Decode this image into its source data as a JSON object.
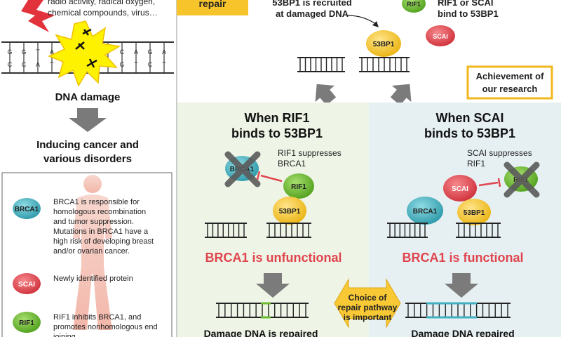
{
  "left": {
    "cause_lines": [
      "radio activity, radical oxygen,",
      "chemical compounds, virus…"
    ],
    "dna_top_letters": [
      "G",
      "G",
      "T",
      "A",
      "G",
      "",
      "",
      "T",
      "C",
      "A",
      "G",
      "A"
    ],
    "dna_bottom_letters": [
      "C",
      "C",
      "A",
      "T",
      "C",
      "",
      "",
      "A",
      "G",
      "T",
      "C",
      "T"
    ],
    "damage_label": "DNA damage",
    "outcome_lines": [
      "Inducing cancer and",
      "various disorders"
    ],
    "legend": [
      {
        "badge": "BRCA1",
        "color": "#3fb0c0",
        "lines": [
          "BRCA1 is responsible for",
          "homologous recombination",
          "and tumor suppression.",
          "Mutations in BRCA1 have a",
          "high risk of developing breast",
          "and/or ovarian cancer."
        ]
      },
      {
        "badge": "SCAI",
        "color": "#e0454e",
        "lines": [
          "Newly identified protein"
        ]
      },
      {
        "badge": "RIF1",
        "color": "#6cba2e",
        "lines": [
          "RIF1 inhibits BRCA1, and",
          "promotes nonhomologous end",
          "joining."
        ]
      }
    ]
  },
  "top": {
    "repair_tag": "repair",
    "recruit_lines": [
      "53BP1 is recruited",
      "at damaged DNA"
    ],
    "bind_lines": [
      "RIF1 or SCAI",
      "bind to 53BP1"
    ],
    "achievement_lines": [
      "Achievement of",
      "our research"
    ]
  },
  "proteins": {
    "p53bp1": "53BP1",
    "rif1": "RIF1",
    "scai": "SCAI",
    "brca1": "BRCA1"
  },
  "panel_rif1": {
    "title_lines": [
      "When RIF1",
      "binds to 53BP1"
    ],
    "suppress_lines": [
      "RIF1 suppresses",
      "BRCA1"
    ],
    "status": "BRCA1 is unfunctional",
    "result": "Damage DNA is repaired"
  },
  "panel_scai": {
    "title_lines": [
      "When SCAI",
      "binds to 53BP1"
    ],
    "suppress_lines": [
      "SCAI suppresses",
      "RIF1"
    ],
    "status": "BRCA1 is functional",
    "result": "Damage DNA repaired"
  },
  "choice_lines": [
    "Choice of",
    "repair pathway",
    "is important"
  ],
  "colors": {
    "p53bp1": "#f5c12e",
    "rif1": "#6cba2e",
    "scai": "#e0454e",
    "brca1": "#3fb0c0",
    "accent_red": "#e0454e",
    "panel_left_bg": "#eef4e6",
    "panel_right_bg": "#e6f0f3",
    "gold": "#f2b71b"
  }
}
